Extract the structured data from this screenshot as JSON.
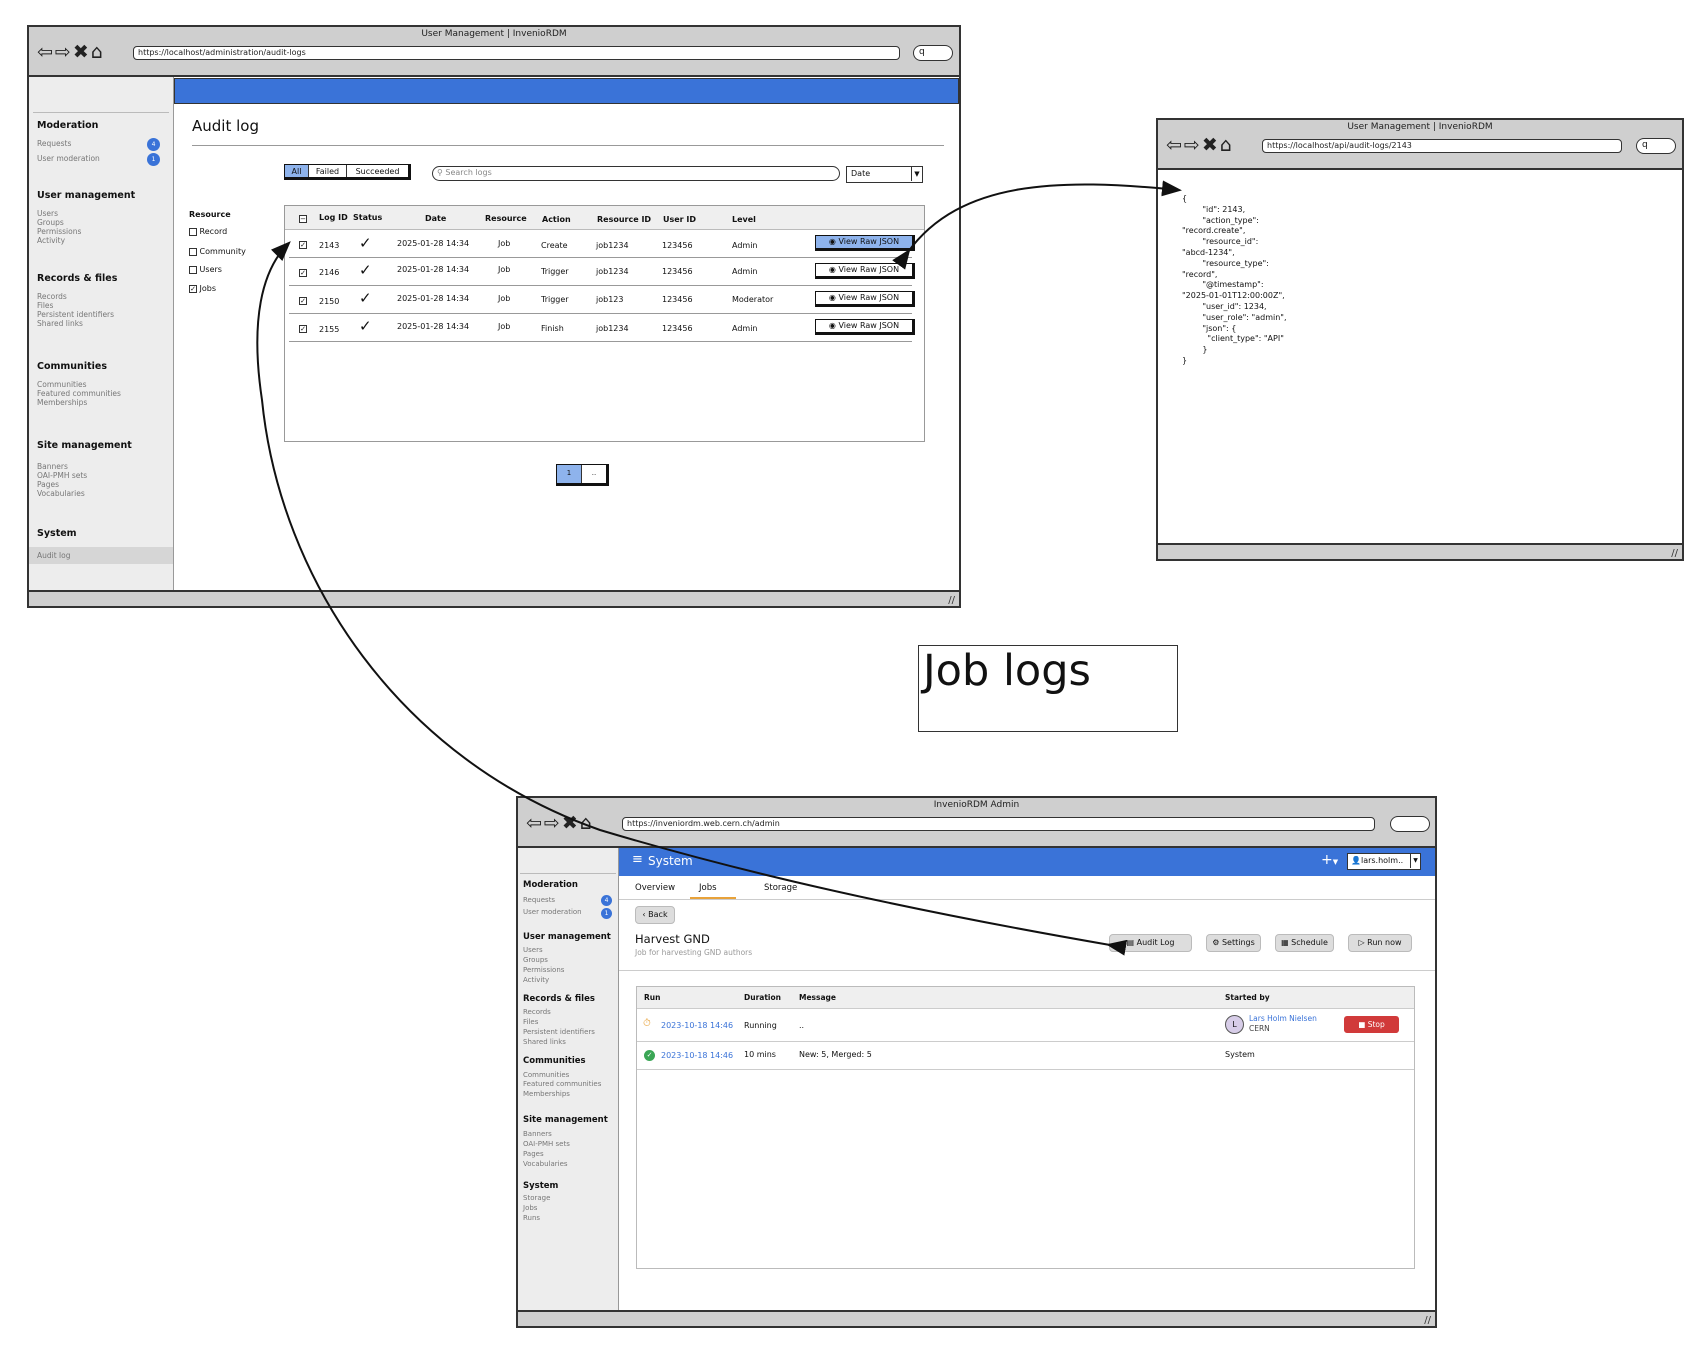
{
  "main_window": {
    "title": "User Management | InvenioRDM",
    "url": "https://localhost/administration/audit-logs",
    "search_glyph": "q",
    "page_title": "Audit log",
    "sidebar": {
      "sections": [
        {
          "title": "Moderation",
          "items": [
            "Requests",
            "User moderation"
          ],
          "badges": [
            "4",
            "1"
          ]
        },
        {
          "title": "User management",
          "items": [
            "Users",
            "Groups",
            "Permissions",
            "Activity"
          ]
        },
        {
          "title": "Records & files",
          "items": [
            "Records",
            "Files",
            "Persistent identifiers",
            "Shared links"
          ]
        },
        {
          "title": "Communities",
          "items": [
            "Communities",
            "Featured communities",
            "Memberships"
          ]
        },
        {
          "title": "Site management",
          "items": [
            "Banners",
            "OAI-PMH sets",
            "Pages",
            "Vocabularies"
          ]
        },
        {
          "title": "System",
          "items": [
            "Audit log"
          ]
        }
      ]
    },
    "filters": {
      "tabs": [
        "All",
        "Failed",
        "Succeeded"
      ],
      "search_placeholder": "Search logs",
      "date_label": "Date"
    },
    "resource_filter": {
      "title": "Resource",
      "options": [
        "Record",
        "Community",
        "Users",
        "Jobs"
      ],
      "checked": [
        false,
        false,
        false,
        true
      ]
    },
    "table": {
      "headers": [
        "Log ID",
        "Status",
        "Date",
        "Resource",
        "Action",
        "Resource ID",
        "User ID",
        "Level"
      ],
      "rows": [
        {
          "log_id": "2143",
          "date": "2025-01-28 14:34",
          "resource": "Job",
          "action": "Create",
          "resource_id": "job1234",
          "user_id": "123456",
          "level": "Admin"
        },
        {
          "log_id": "2146",
          "date": "2025-01-28 14:34",
          "resource": "Job",
          "action": "Trigger",
          "resource_id": "job1234",
          "user_id": "123456",
          "level": "Admin"
        },
        {
          "log_id": "2150",
          "date": "2025-01-28 14:34",
          "resource": "Job",
          "action": "Trigger",
          "resource_id": "job123",
          "user_id": "123456",
          "level": "Moderator"
        },
        {
          "log_id": "2155",
          "date": "2025-01-28 14:34",
          "resource": "Job",
          "action": "Finish",
          "resource_id": "job1234",
          "user_id": "123456",
          "level": "Admin"
        }
      ],
      "action_label": "View Raw JSON"
    },
    "pagination": [
      "1",
      ".."
    ]
  },
  "json_window": {
    "title": "User Management | InvenioRDM",
    "url": "https://localhost/api/audit-logs/2143",
    "search_glyph": "q",
    "json_lines": [
      "{",
      "        \"id\": 2143,",
      "        \"action_type\":",
      "\"record.create\",",
      "        \"resource_id\":",
      "\"abcd-1234\",",
      "        \"resource_type\":",
      "\"record\",",
      "        \"@timestamp\":",
      "\"2025-01-01T12:00:00Z\",",
      "        \"user_id\": 1234,",
      "        \"user_role\": \"admin\",",
      "        \"json\": {",
      "          \"client_type\": \"API\"",
      "        }",
      "}"
    ]
  },
  "label_box": {
    "text": "Job logs"
  },
  "admin_window": {
    "title": "InvenioRDM Admin",
    "url": "https://inveniordm.web.cern.ch/admin",
    "header_title": "System",
    "header_plus": "+",
    "user_label": "lars.holm..",
    "sidebar": {
      "sections": [
        {
          "title": "Moderation",
          "items": [
            "Requests",
            "User moderation"
          ],
          "badges": [
            "4",
            "1"
          ]
        },
        {
          "title": "User management",
          "items": [
            "Users",
            "Groups",
            "Permissions",
            "Activity"
          ]
        },
        {
          "title": "Records & files",
          "items": [
            "Records",
            "Files",
            "Persistent identifiers",
            "Shared links"
          ]
        },
        {
          "title": "Communities",
          "items": [
            "Communities",
            "Featured communities",
            "Memberships"
          ]
        },
        {
          "title": "Site management",
          "items": [
            "Banners",
            "OAI-PMH sets",
            "Pages",
            "Vocabularies"
          ]
        },
        {
          "title": "System",
          "items": [
            "Storage",
            "Jobs",
            "Runs"
          ]
        }
      ]
    },
    "tabs": [
      "Overview",
      "Jobs",
      "Storage"
    ],
    "back_label": "Back",
    "job_title": "Harvest GND",
    "job_subtitle": "Job for harvesting GND authors",
    "action_buttons": [
      "Audit Log",
      "Settings",
      "Schedule",
      "Run now"
    ],
    "runs_table": {
      "headers": [
        "Run",
        "Duration",
        "Message",
        "Started by"
      ],
      "rows": [
        {
          "run": "2023-10-18 14:46",
          "duration": "Running",
          "message": "..",
          "started_by": "Lars Holm Nielsen",
          "org": "CERN",
          "avatar": "L",
          "action": "Stop",
          "status": "running"
        },
        {
          "run": "2023-10-18 14:46",
          "duration": "10 mins",
          "message": "New: 5, Merged: 5",
          "started_by": "System",
          "status": "success"
        }
      ]
    }
  },
  "colors": {
    "accent": "#3a73d8",
    "stop": "#d13a3a",
    "success": "#3aa655",
    "running": "#e8a23a"
  }
}
